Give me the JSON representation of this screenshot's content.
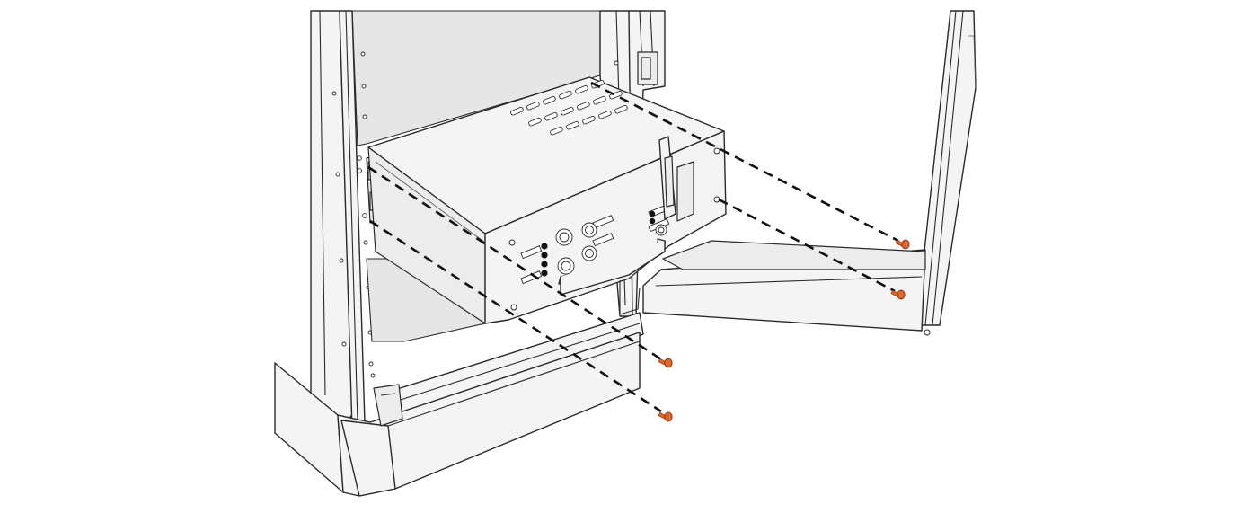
{
  "diagram": {
    "subject": "rack-mount-unit-installation",
    "colors": {
      "background": "#ffffff",
      "outline": "#2a2a2a",
      "surface": "#f4f4f4",
      "screw": "#e0642a",
      "guide_lines": "#111111"
    },
    "screws": [
      {
        "id": "screw-upper-right"
      },
      {
        "id": "screw-lower-right"
      },
      {
        "id": "screw-upper-left"
      },
      {
        "id": "screw-lower-left"
      }
    ]
  }
}
